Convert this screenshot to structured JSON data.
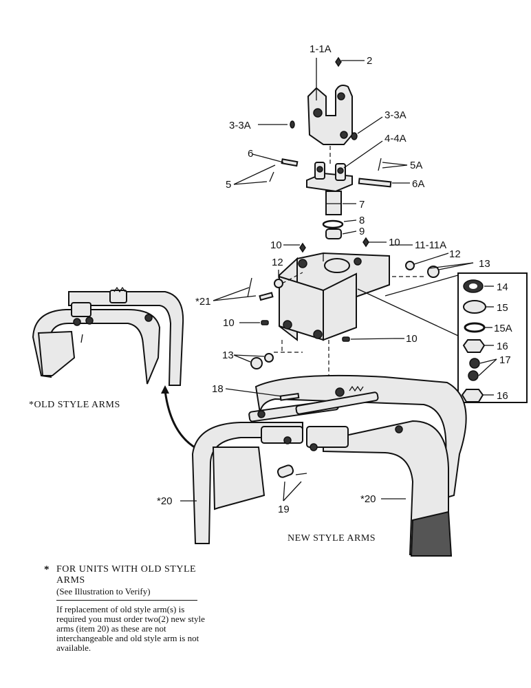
{
  "callouts": {
    "c1_1a": "1-1A",
    "c2": "2",
    "c3_3a_left": "3-3A",
    "c3_3a_right": "3-3A",
    "c4_4a": "4-4A",
    "c5": "5",
    "c5a": "5A",
    "c6": "6",
    "c6a": "6A",
    "c7": "7",
    "c8": "8",
    "c9": "9",
    "c10_top_left": "10",
    "c10_top_right": "10",
    "c10_mid": "10",
    "c10_right": "10",
    "c11_11a": "11-11A",
    "c12_left": "12",
    "c12_right": "12",
    "c13_right": "13",
    "c13_left": "13",
    "c14": "14",
    "c15": "15",
    "c15a": "15A",
    "c16_top": "16",
    "c17": "17",
    "c16_bottom": "16",
    "c18": "18",
    "c19": "19",
    "c21": "*21",
    "c20_left": "*20",
    "c20_right": "*20"
  },
  "captions": {
    "old_style": "*OLD STYLE ARMS",
    "new_style": "NEW STYLE ARMS"
  },
  "note": {
    "star": "*",
    "heading": "FOR UNITS WITH OLD STYLE ARMS",
    "subheading": "(See Illustration to Verify)",
    "body": "If replacement of old style arm(s) is required you must order two(2) new style arms (item 20) as these are not interchangeable and old style arm is not available."
  }
}
